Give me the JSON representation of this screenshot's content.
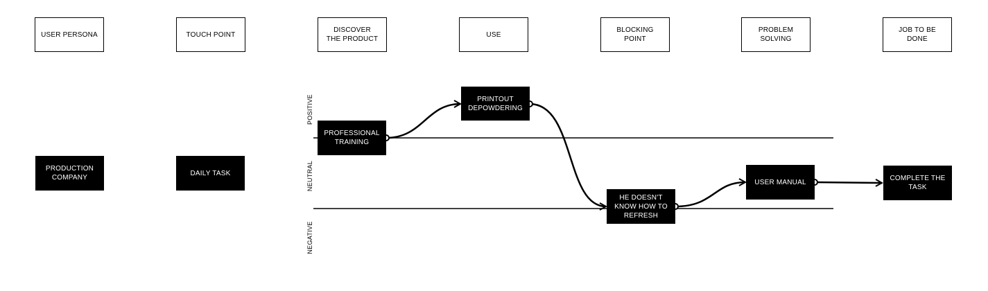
{
  "headers": [
    {
      "key": "user_persona",
      "text": "USER PERSONA"
    },
    {
      "key": "touch_point",
      "text": "TOUCH POINT"
    },
    {
      "key": "discover",
      "text": "DISCOVER\nTHE PRODUCT"
    },
    {
      "key": "use",
      "text": "USE"
    },
    {
      "key": "blocking",
      "text": "BLOCKING\nPOINT"
    },
    {
      "key": "problem",
      "text": "PROBLEM\nSOLVING"
    },
    {
      "key": "job",
      "text": "JOB TO BE\nDONE"
    }
  ],
  "static_boxes": {
    "persona": "PRODUCTION\nCOMPANY",
    "touch": "DAILY TASK"
  },
  "axis_labels": {
    "positive": "POSITIVE",
    "neutral": "NEUTRAL",
    "negative": "NEGATIVE"
  },
  "journey": [
    {
      "key": "training",
      "text": "PROFESSIONAL\nTRAINING",
      "sentiment": "positive"
    },
    {
      "key": "printout",
      "text": "PRINTOUT\nDEPOWDERING",
      "sentiment": "positive"
    },
    {
      "key": "refresh",
      "text": "HE DOESN'T\nKNOW HOW TO\nREFRESH",
      "sentiment": "negative"
    },
    {
      "key": "manual",
      "text": "USER MANUAL",
      "sentiment": "neutral"
    },
    {
      "key": "complete",
      "text": "COMPLETE THE\nTASK",
      "sentiment": "neutral"
    }
  ],
  "colors": {
    "ink": "#000000",
    "paper": "#ffffff"
  }
}
